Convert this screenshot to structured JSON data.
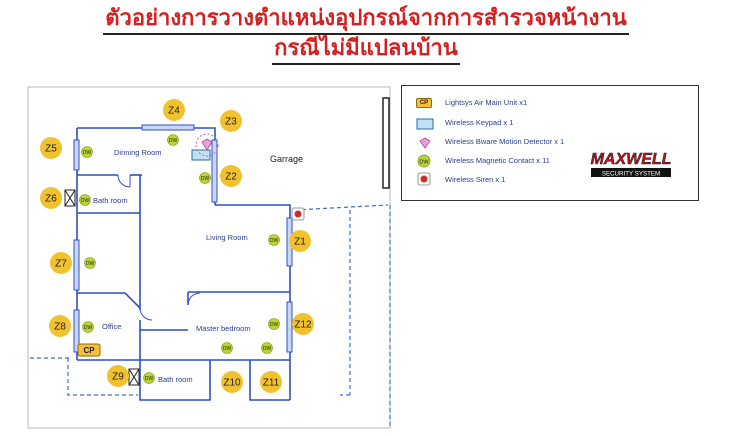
{
  "title": {
    "line1": "ตัวอย่างการวางตำแหน่งอุปกรณ์จากการสำรวจหน้างาน",
    "line2": "กรณีไม่มีแปลนบ้าน"
  },
  "legend": {
    "items": [
      {
        "badge": "CP",
        "label": "Lightsys Air Main Unit x1",
        "icon": "control-panel-icon"
      },
      {
        "label": "Wireless Keypad x 1",
        "icon": "keypad-icon"
      },
      {
        "label": "Wireless Bware Motion Detector x 1",
        "icon": "motion-detector-icon"
      },
      {
        "badge": "DW",
        "label": "Wireless Magnetic Contact x 11",
        "icon": "magnetic-contact-icon"
      },
      {
        "label": "Wireless Siren x 1",
        "icon": "siren-icon"
      }
    ]
  },
  "logo": {
    "brand": "MAXWELL",
    "tagline": "SECURITY SYSTEM"
  },
  "rooms": {
    "dining": "Dinning Room",
    "garage": "Garrage",
    "bath1": "Bath room",
    "living": "Living Room",
    "office": "Office",
    "master": "Master bedroom",
    "bath2": "Bath room"
  },
  "zones": [
    "Z1",
    "Z2",
    "Z3",
    "Z4",
    "Z5",
    "Z6",
    "Z7",
    "Z8",
    "Z9",
    "Z10",
    "Z11",
    "Z12"
  ],
  "dw_label": "DW",
  "cp_label": "CP",
  "colors": {
    "title": "#d42020",
    "wall": "#2f4fc4",
    "zone": "#f2c12e",
    "dw": "#b9d433",
    "dash": "#3b6fd1"
  }
}
